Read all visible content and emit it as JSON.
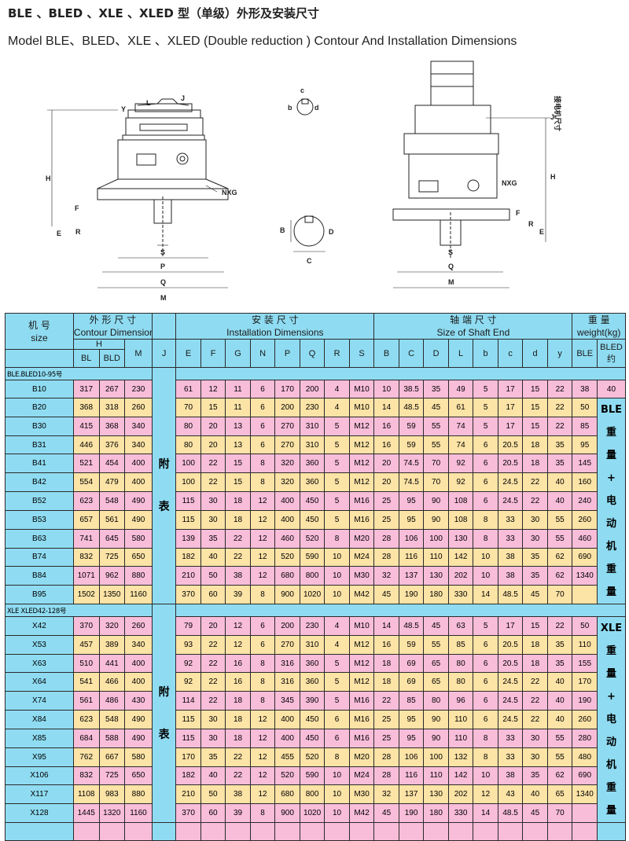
{
  "title_cn": "BLE 、BLED 、XLE 、XLED 型（单级）外形及安装尺寸",
  "title_en": "Model BLE、BLED、XLE 、XLED (Double reduction ) Contour And Installation Dimensions",
  "drawing_labels": {
    "H": "H",
    "F": "F",
    "E": "E",
    "R": "R",
    "Y": "Y",
    "L": "L",
    "J": "J",
    "NXG": "NXG",
    "S": "S",
    "P": "P",
    "Q": "Q",
    "M": "M",
    "b": "b",
    "c": "c",
    "d": "d",
    "B": "B",
    "D": "D",
    "C": "C",
    "motor_dim": "接电机尺寸"
  },
  "header": {
    "model_cn": "机 号",
    "model_en": "size",
    "contour_cn": "外 形 尺 寸",
    "contour_en": "Contour Dimensions",
    "install_cn": "安 装 尺 寸",
    "install_en": "Installation  Dimensions",
    "shaft_cn": "轴 端 尺 寸",
    "shaft_en": "Size of Shaft  End",
    "weight_cn": "重 量",
    "weight_en": "weight(kg)",
    "h_label": "H",
    "bl": "BL",
    "bld": "BLD",
    "cols": [
      "M",
      "J",
      "E",
      "F",
      "G",
      "N",
      "P",
      "Q",
      "R",
      "S",
      "B",
      "C",
      "D",
      "L",
      "b",
      "c",
      "d",
      "y",
      "BLE"
    ],
    "bled_top": "BLED",
    "bled_bottom": "约"
  },
  "j_note": "附\n表",
  "groups": [
    {
      "label": "BLE.BLED10-95号",
      "weight_note": "BLE\n重\n量\n+\n电\n动\n机\n重\n量",
      "rows": [
        [
          "B10",
          "317",
          "267",
          "230",
          "61",
          "12",
          "11",
          "6",
          "170",
          "200",
          "4",
          "M10",
          "10",
          "38.5",
          "35",
          "49",
          "5",
          "17",
          "15",
          "22",
          "38",
          "40"
        ],
        [
          "B20",
          "368",
          "318",
          "260",
          "70",
          "15",
          "11",
          "6",
          "200",
          "230",
          "4",
          "M10",
          "14",
          "48.5",
          "45",
          "61",
          "5",
          "17",
          "15",
          "22",
          "50",
          ""
        ],
        [
          "B30",
          "415",
          "368",
          "340",
          "80",
          "20",
          "13",
          "6",
          "270",
          "310",
          "5",
          "M12",
          "16",
          "59",
          "55",
          "74",
          "5",
          "17",
          "15",
          "22",
          "85",
          ""
        ],
        [
          "B31",
          "446",
          "376",
          "340",
          "80",
          "20",
          "13",
          "6",
          "270",
          "310",
          "5",
          "M12",
          "16",
          "59",
          "55",
          "74",
          "6",
          "20.5",
          "18",
          "35",
          "95",
          ""
        ],
        [
          "B41",
          "521",
          "454",
          "400",
          "100",
          "22",
          "15",
          "8",
          "320",
          "360",
          "5",
          "M12",
          "20",
          "74.5",
          "70",
          "92",
          "6",
          "20.5",
          "18",
          "35",
          "145",
          ""
        ],
        [
          "B42",
          "554",
          "479",
          "400",
          "100",
          "22",
          "15",
          "8",
          "320",
          "360",
          "5",
          "M12",
          "20",
          "74.5",
          "70",
          "92",
          "6",
          "24.5",
          "22",
          "40",
          "160",
          ""
        ],
        [
          "B52",
          "623",
          "548",
          "490",
          "115",
          "30",
          "18",
          "12",
          "400",
          "450",
          "5",
          "M16",
          "25",
          "95",
          "90",
          "108",
          "6",
          "24.5",
          "22",
          "40",
          "240",
          ""
        ],
        [
          "B53",
          "657",
          "561",
          "490",
          "115",
          "30",
          "18",
          "12",
          "400",
          "450",
          "5",
          "M16",
          "25",
          "95",
          "90",
          "108",
          "8",
          "33",
          "30",
          "55",
          "260",
          ""
        ],
        [
          "B63",
          "741",
          "645",
          "580",
          "139",
          "35",
          "22",
          "12",
          "460",
          "520",
          "8",
          "M20",
          "28",
          "106",
          "100",
          "130",
          "8",
          "33",
          "30",
          "55",
          "460",
          ""
        ],
        [
          "B74",
          "832",
          "725",
          "650",
          "182",
          "40",
          "22",
          "12",
          "520",
          "590",
          "10",
          "M24",
          "28",
          "116",
          "110",
          "142",
          "10",
          "38",
          "35",
          "62",
          "690",
          ""
        ],
        [
          "B84",
          "1071",
          "962",
          "880",
          "210",
          "50",
          "38",
          "12",
          "680",
          "800",
          "10",
          "M30",
          "32",
          "137",
          "130",
          "202",
          "10",
          "38",
          "35",
          "62",
          "1340",
          ""
        ],
        [
          "B95",
          "1502",
          "1350",
          "1160",
          "370",
          "60",
          "39",
          "8",
          "900",
          "1020",
          "10",
          "M42",
          "45",
          "190",
          "180",
          "330",
          "14",
          "48.5",
          "45",
          "70",
          "",
          ""
        ]
      ]
    },
    {
      "label": "XLE XLED42-128号",
      "weight_note": "XLE\n重\n量\n+\n电\n动\n机\n重\n量",
      "rows": [
        [
          "X42",
          "370",
          "320",
          "260",
          "79",
          "20",
          "12",
          "6",
          "200",
          "230",
          "4",
          "M10",
          "14",
          "48.5",
          "45",
          "63",
          "5",
          "17",
          "15",
          "22",
          "50",
          ""
        ],
        [
          "X53",
          "457",
          "389",
          "340",
          "93",
          "22",
          "12",
          "6",
          "270",
          "310",
          "4",
          "M12",
          "16",
          "59",
          "55",
          "85",
          "6",
          "20.5",
          "18",
          "35",
          "110",
          ""
        ],
        [
          "X63",
          "510",
          "441",
          "400",
          "92",
          "22",
          "16",
          "8",
          "316",
          "360",
          "5",
          "M12",
          "18",
          "69",
          "65",
          "80",
          "6",
          "20.5",
          "18",
          "35",
          "155",
          ""
        ],
        [
          "X64",
          "541",
          "466",
          "400",
          "92",
          "22",
          "16",
          "8",
          "316",
          "360",
          "5",
          "M12",
          "18",
          "69",
          "65",
          "80",
          "6",
          "24.5",
          "22",
          "40",
          "170",
          ""
        ],
        [
          "X74",
          "561",
          "486",
          "430",
          "114",
          "22",
          "18",
          "8",
          "345",
          "390",
          "5",
          "M16",
          "22",
          "85",
          "80",
          "96",
          "6",
          "24.5",
          "22",
          "40",
          "190",
          ""
        ],
        [
          "X84",
          "623",
          "548",
          "490",
          "115",
          "30",
          "18",
          "12",
          "400",
          "450",
          "6",
          "M16",
          "25",
          "95",
          "90",
          "110",
          "6",
          "24.5",
          "22",
          "40",
          "260",
          ""
        ],
        [
          "X85",
          "684",
          "588",
          "490",
          "115",
          "30",
          "18",
          "12",
          "400",
          "450",
          "6",
          "M16",
          "25",
          "95",
          "90",
          "110",
          "8",
          "33",
          "30",
          "55",
          "280",
          ""
        ],
        [
          "X95",
          "762",
          "667",
          "580",
          "170",
          "35",
          "22",
          "12",
          "455",
          "520",
          "8",
          "M20",
          "28",
          "106",
          "100",
          "132",
          "8",
          "33",
          "30",
          "55",
          "480",
          ""
        ],
        [
          "X106",
          "832",
          "725",
          "650",
          "182",
          "40",
          "22",
          "12",
          "520",
          "590",
          "10",
          "M24",
          "28",
          "116",
          "110",
          "142",
          "10",
          "38",
          "35",
          "62",
          "690",
          ""
        ],
        [
          "X117",
          "1108",
          "983",
          "880",
          "210",
          "50",
          "38",
          "12",
          "680",
          "800",
          "10",
          "M30",
          "32",
          "137",
          "130",
          "202",
          "12",
          "43",
          "40",
          "65",
          "1340",
          ""
        ],
        [
          "X128",
          "1445",
          "1320",
          "1160",
          "370",
          "60",
          "39",
          "8",
          "900",
          "1020",
          "10",
          "M42",
          "45",
          "190",
          "180",
          "330",
          "14",
          "48.5",
          "45",
          "70",
          "",
          ""
        ]
      ]
    }
  ]
}
